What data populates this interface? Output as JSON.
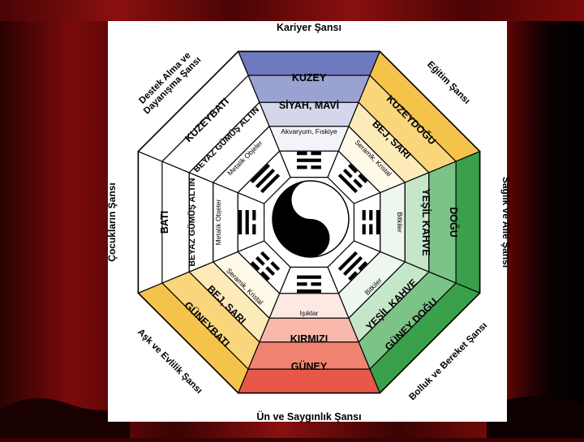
{
  "colors": {
    "north": "#5d6bb5",
    "south": "#e8584a",
    "east": "#39a04a",
    "earth": "#f4c043",
    "metal": "#ffffff",
    "outline": "#000000"
  },
  "outer_labels": {
    "n": "Kariyer Şansı",
    "ne": "Eğitim Şansı",
    "e": "Sağlık ve Aile Şansı",
    "se": "Bolluk ve Bereket Şansı",
    "s": "Ün ve Saygınlık Şansı",
    "sw": "Aşk ve Evlilik Şansı",
    "w": "Çocukların Şansı",
    "nw_line1": "Destek Alma ve",
    "nw_line2": "Dayanışma Şansı"
  },
  "sectors": {
    "n": {
      "direction": "KUZEY",
      "color": "SİYAH, MAVİ",
      "item": "Akvaryum, Fıskiye"
    },
    "ne": {
      "direction": "KUZEYDOĞU",
      "color": "BEJ, SARI",
      "item": "Seramik, Kristal"
    },
    "e": {
      "direction": "DOĞU",
      "color": "YEŞİL KAHVE",
      "item": "Bitkiler"
    },
    "se": {
      "direction": "GÜNEY DOĞU",
      "color": "YEŞİL KAHVE",
      "item": "Bitkiler"
    },
    "s": {
      "direction": "GÜNEY",
      "color": "KIRMIZI",
      "item": "Işıklar"
    },
    "sw": {
      "direction": "GÜNEYBATI",
      "color": "BEJ, SARI",
      "item": "Seramik, Kristal"
    },
    "w": {
      "direction": "BATI",
      "color": "BEYAZ GÜMÜŞ ALTIN",
      "item": "Metalik Objeler"
    },
    "nw": {
      "direction": "KUZEYBATI",
      "color": "BEYAZ GÜMÜŞ ALTIN",
      "item": "Metalik Objeler"
    }
  },
  "trigrams": {
    "n": [
      0,
      1,
      0
    ],
    "ne": [
      0,
      0,
      1
    ],
    "e": [
      1,
      0,
      0
    ],
    "se": [
      0,
      1,
      1
    ],
    "s": [
      1,
      0,
      1
    ],
    "sw": [
      0,
      0,
      0
    ],
    "w": [
      1,
      1,
      0
    ],
    "nw": [
      1,
      1,
      1
    ]
  }
}
